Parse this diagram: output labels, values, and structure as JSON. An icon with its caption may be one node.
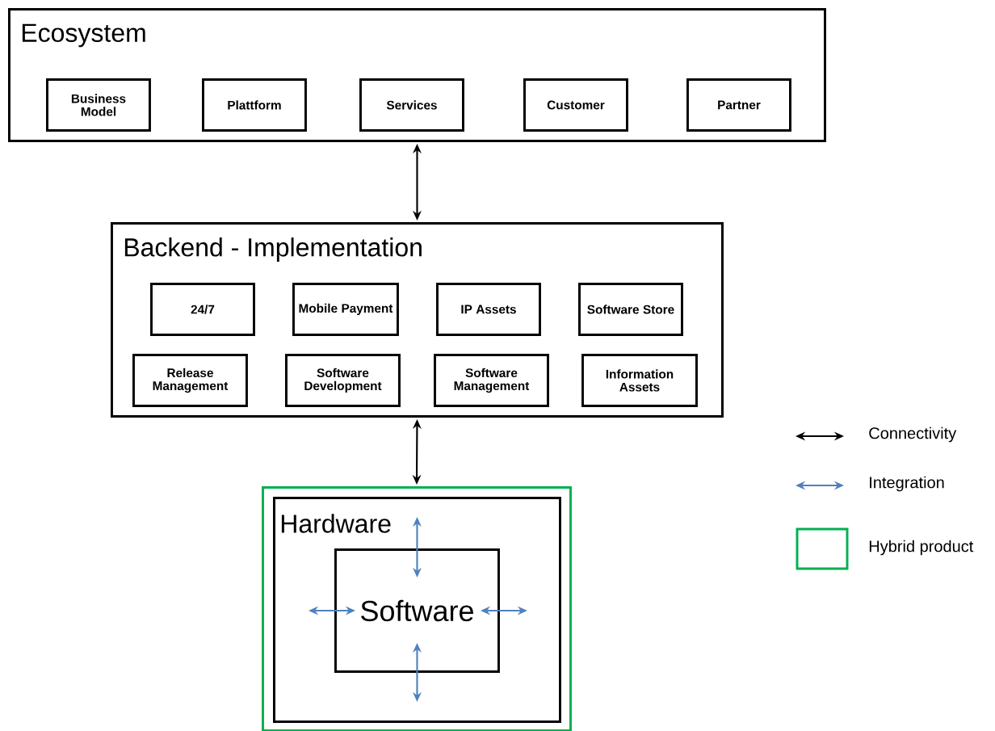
{
  "diagram": {
    "nodes": [
      {
        "text": [
          "Ecosystem"
        ]
      },
      {
        "text": [
          "Business Model"
        ],
        "in": 0
      },
      {
        "text": [
          "Plattform"
        ],
        "in": 0
      },
      {
        "text": [
          "Services"
        ],
        "in": 0
      },
      {
        "text": [
          "Customer"
        ],
        "in": 0
      },
      {
        "text": [
          "Partner"
        ],
        "in": 0
      },
      {
        "text": [
          "Backend - Implementation"
        ]
      },
      {
        "text": [
          "24/7"
        ],
        "in": 6
      },
      {
        "text": [
          "Mobile Payment"
        ],
        "in": 6
      },
      {
        "text": [
          "IP Assets"
        ],
        "in": 6
      },
      {
        "text": [
          "Software Store"
        ],
        "in": 6
      },
      {
        "text": [
          "Release Management"
        ],
        "in": 6
      },
      {
        "text": [
          "Software Development"
        ],
        "in": 6
      },
      {
        "text": [
          "Software Management"
        ],
        "in": 6
      },
      {
        "text": [
          "Information Assets"
        ],
        "in": 6
      },
      {
        "text": [],
        "shape": "box"
      },
      {
        "text": [
          "Hardware"
        ],
        "in": 15
      },
      {
        "text": [
          "Software"
        ],
        "in": 16
      }
    ],
    "edges": [
      {
        "from": 0,
        "to": 6,
        "arrow": "both",
        "color": "#000000"
      },
      {
        "from": 6,
        "to": 15,
        "arrow": "both",
        "color": "#000000"
      },
      {
        "from": null,
        "to": 17,
        "arrow": "both",
        "color": "#4f81bd"
      },
      {
        "from": null,
        "to": 17,
        "arrow": "both",
        "color": "#4f81bd"
      },
      {
        "from": null,
        "to": 17,
        "arrow": "both",
        "color": "#4f81bd"
      },
      {
        "from": null,
        "to": 17,
        "arrow": "both",
        "color": "#4f81bd"
      }
    ],
    "legend": [
      {
        "text": "Connectivity"
      },
      {
        "text": "Integration"
      },
      {
        "text": "Hybrid product"
      }
    ]
  }
}
